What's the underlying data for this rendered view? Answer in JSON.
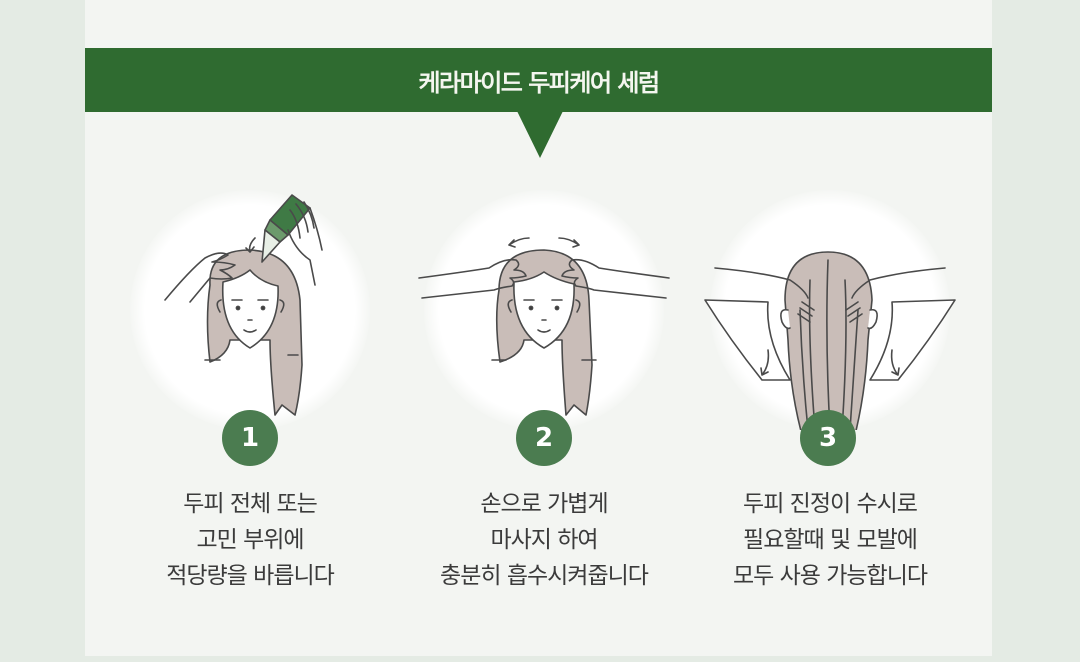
{
  "colors": {
    "page_background": "#e4ebe4",
    "card_background": "#f3f5f2",
    "banner": "#2f6b30",
    "badge": "#4b7c50",
    "hair": "#c9bdb8",
    "bottle": "#3f7a45",
    "text": "#3b3b3b"
  },
  "banner": {
    "title": "케라마이드 두피케어 세럼"
  },
  "steps": [
    {
      "number": "1",
      "icon": "apply-serum-to-scalp-illustration",
      "lines": [
        "두피 전체 또는",
        "고민 부위에",
        "적당량을 바릅니다"
      ]
    },
    {
      "number": "2",
      "icon": "scalp-massage-illustration",
      "lines": [
        "손으로 가볍게",
        "마사지 하여",
        "충분히 흡수시켜줍니다"
      ]
    },
    {
      "number": "3",
      "icon": "hair-back-view-illustration",
      "lines": [
        "두피 진정이 수시로",
        "필요할때 및 모발에",
        "모두 사용 가능합니다"
      ]
    }
  ]
}
